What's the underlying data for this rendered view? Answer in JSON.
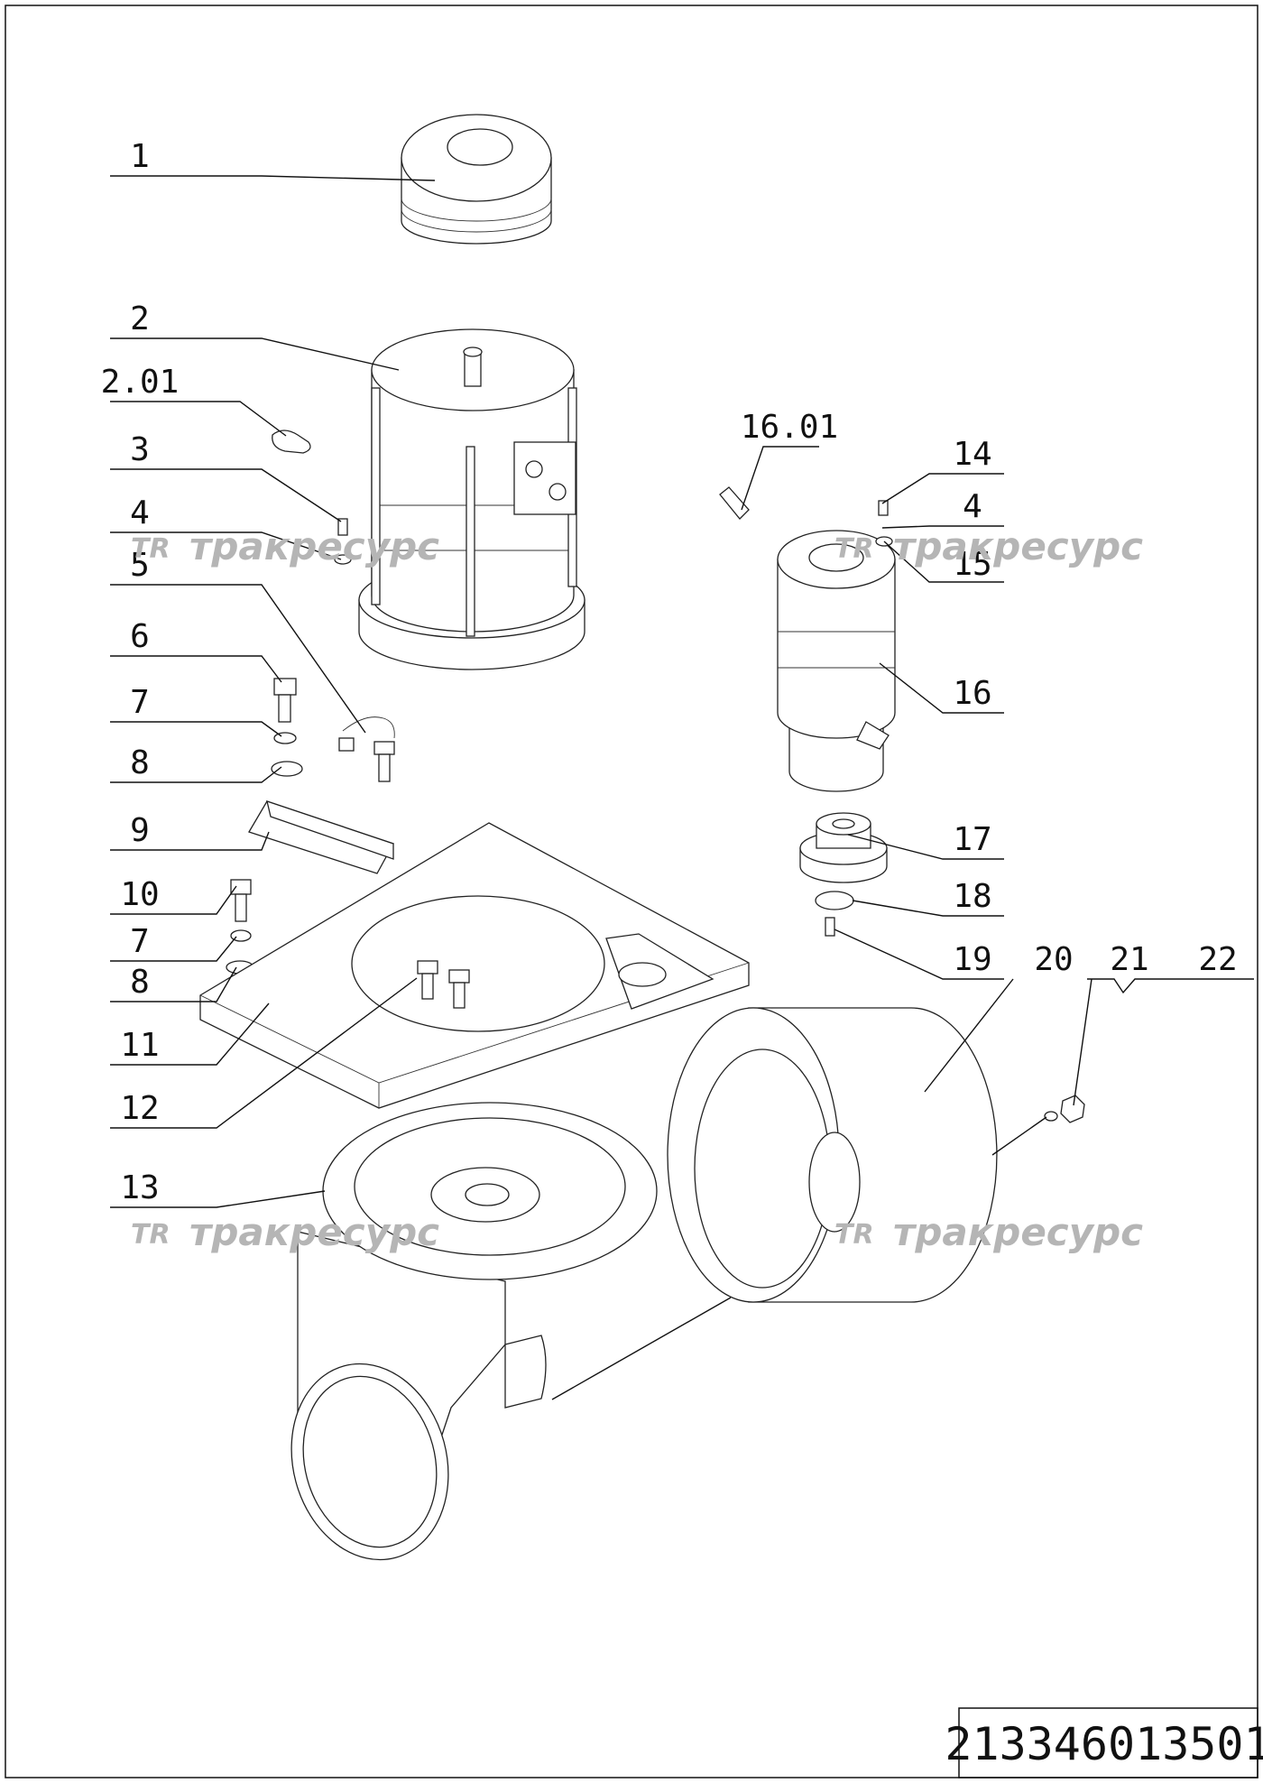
{
  "callouts": {
    "c1": "1",
    "c2": "2",
    "c2_01": "2.01",
    "c3": "3",
    "c4a": "4",
    "c5": "5",
    "c6": "6",
    "c7a": "7",
    "c8a": "8",
    "c9": "9",
    "c10": "10",
    "c7b": "7",
    "c8b": "8",
    "c11": "11",
    "c12": "12",
    "c13": "13",
    "c16_01": "16.01",
    "c14": "14",
    "c4b": "4",
    "c15": "15",
    "c16": "16",
    "c17": "17",
    "c18": "18",
    "c19": "19",
    "c20": "20",
    "c21": "21",
    "c22": "22"
  },
  "watermark": {
    "logo": "TR",
    "text": "тракресурс"
  },
  "document_number": "213346013501"
}
